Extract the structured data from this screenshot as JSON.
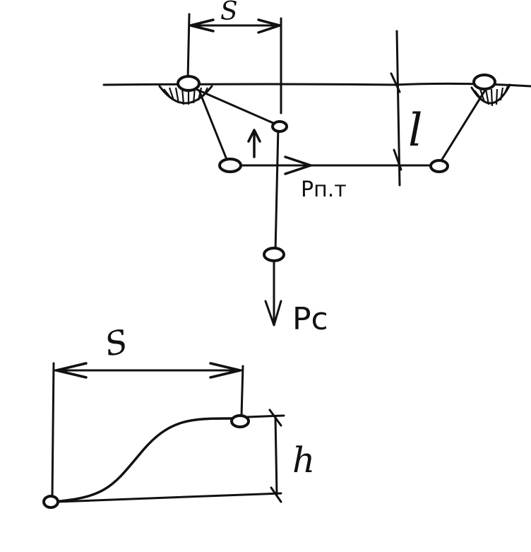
{
  "labels": {
    "top_dimension": "S",
    "vertical_dimension": "l",
    "horizontal_force": "Pп.т",
    "vertical_force": "Pc",
    "bottom_dimension": "S",
    "height_dimension": "h"
  },
  "colors": {
    "ink": "#111111",
    "paper": "#ffffff"
  }
}
